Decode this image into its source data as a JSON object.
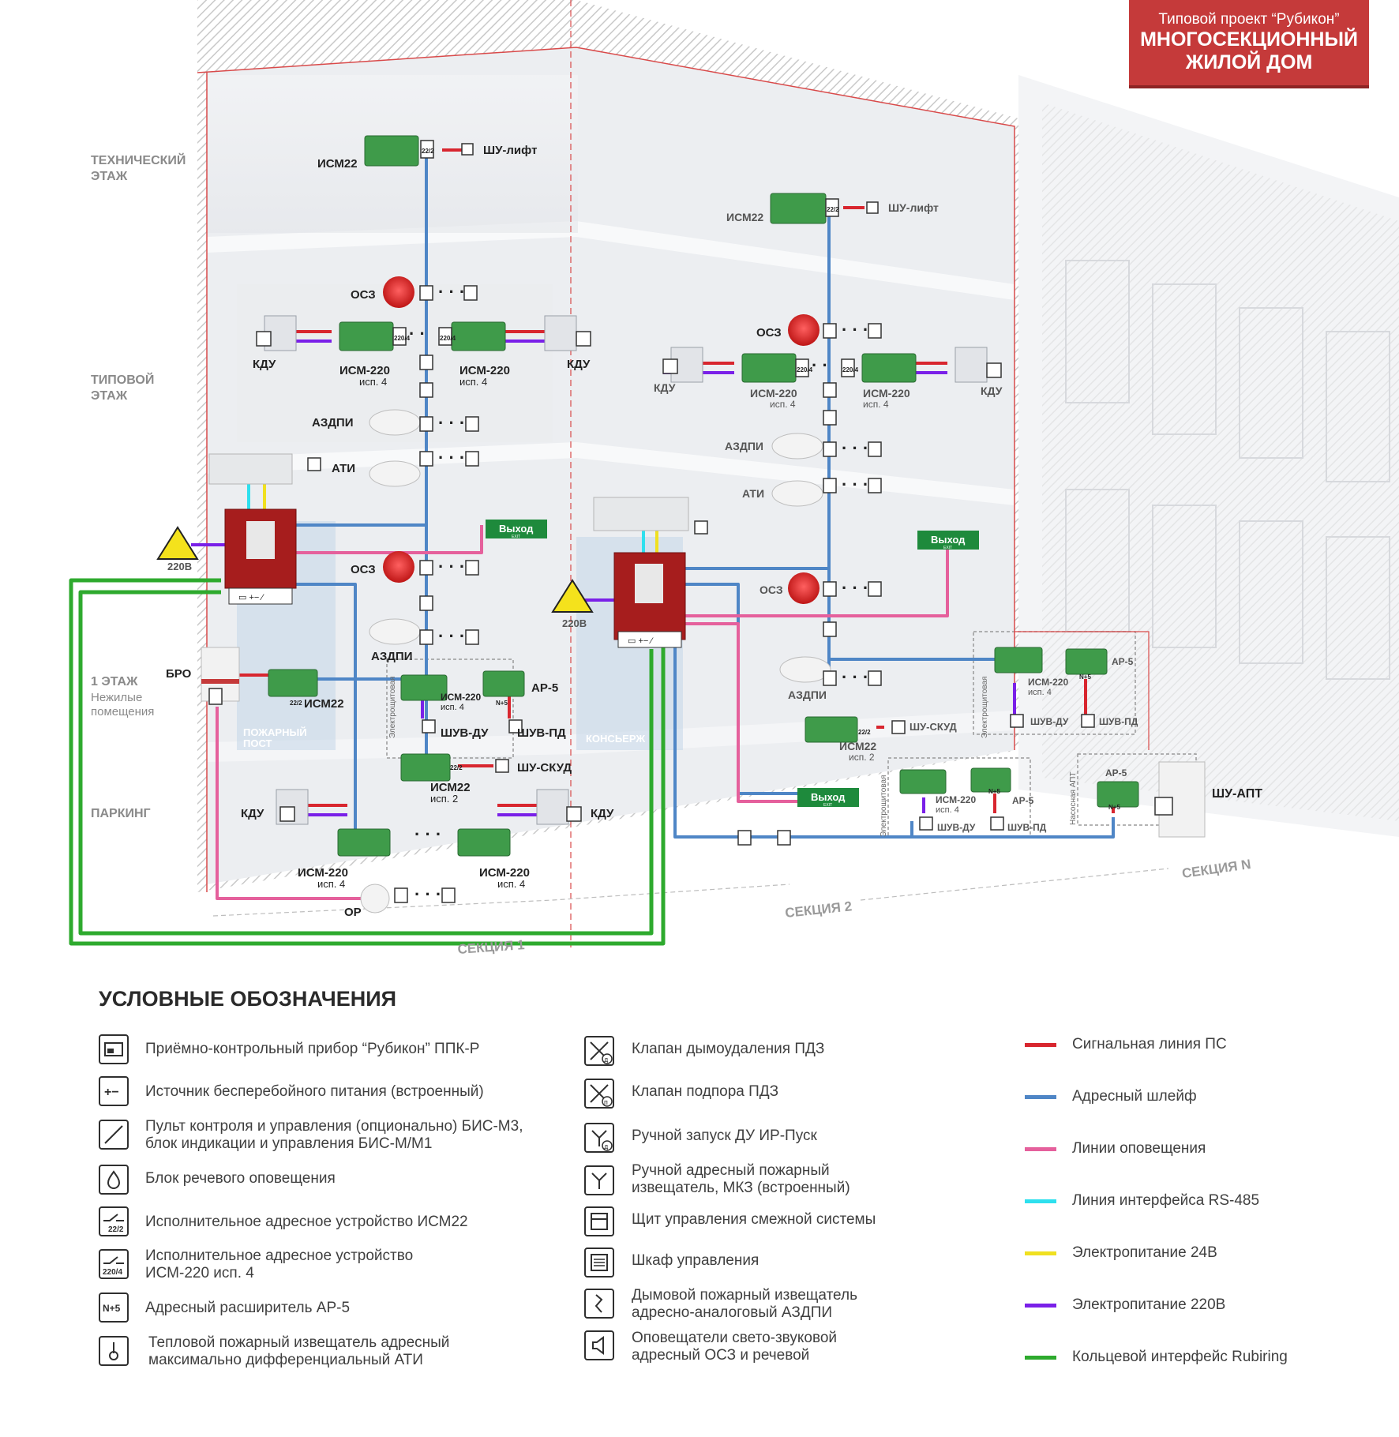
{
  "badge": {
    "line1": "Типовой проект “Рубикон”",
    "line2": "МНОГОСЕКЦИОННЫЙ",
    "line3": "ЖИЛОЙ ДОМ"
  },
  "floors": {
    "technical": [
      "ТЕХНИЧЕСКИЙ",
      "ЭТАЖ"
    ],
    "typical": [
      "ТИПОВОЙ",
      "ЭТАЖ"
    ],
    "first": "1 ЭТАЖ",
    "first_sub": [
      "Нежилые",
      "помещения"
    ],
    "parking": "ПАРКИНГ"
  },
  "rooms": {
    "fire_post": [
      "ПОЖАРНЫЙ",
      "ПОСТ"
    ],
    "concierge": "КОНСЬЕРЖ",
    "electro": "Электрощитовая",
    "pump": "Насосная АПТ"
  },
  "sections": {
    "s1": "СЕКЦИЯ 1",
    "s2": "СЕКЦИЯ 2",
    "sn": "СЕКЦИЯ N"
  },
  "devices": {
    "ism22": "ИСМ22",
    "ism220": "ИСМ-220",
    "isp4": "исп. 4",
    "isp2": "исп. 2",
    "shu_lift": "ШУ-лифт",
    "osz": "ОСЗ",
    "kdu": "КДУ",
    "azdpi": "АЗДПИ",
    "ati": "АТИ",
    "v220": "220В",
    "exit": "Выход",
    "exit_sub": "EXIT",
    "bro": "БРО",
    "ar5": "АР-5",
    "shuv_du": "ШУВ-ДУ",
    "shuv_pd": "ШУВ-ПД",
    "shu_skud": "ШУ-СКУД",
    "or": "ОР",
    "shu_apt": "ШУ-АПТ",
    "tag_222": "22/2",
    "tag_2204": "220/4",
    "tag_n5": "N+5"
  },
  "legend": {
    "title": "УСЛОВНЫЕ ОБОЗНАЧЕНИЯ",
    "col1": [
      {
        "icon": "panel-icon",
        "text": "Приёмно-контрольный прибор “Рубикон” ППК-Р"
      },
      {
        "icon": "ups-icon",
        "text": "Источник бесперебойного питания (встроенный)"
      },
      {
        "icon": "control-console-icon",
        "text": "Пульт контроля и управления (опционально) БИС-М3, блок индикации и управления БИС-М/М1"
      },
      {
        "icon": "voice-unit-icon",
        "text": "Блок речевого оповещения"
      },
      {
        "icon": "ism22-icon",
        "text": "Исполнительное адресное устройство ИСМ22"
      },
      {
        "icon": "ism220-icon",
        "text": "Исполнительное адресное устройство ИСМ-220 исп. 4"
      },
      {
        "icon": "expander-icon",
        "text": "Адресный расширитель АР-5"
      },
      {
        "icon": "heat-detector-icon",
        "text": "Тепловой пожарный извещатель адресный максимально дифференциальный АТИ"
      }
    ],
    "col2": [
      {
        "icon": "smoke-valve-icon",
        "text": "Клапан дымоудаления ПДЗ"
      },
      {
        "icon": "pressure-valve-icon",
        "text": "Клапан подпора ПДЗ"
      },
      {
        "icon": "manual-smoke-start-icon",
        "text": "Ручной запуск ДУ ИР-Пуск"
      },
      {
        "icon": "manual-call-point-icon",
        "text": "Ручной адресный пожарный извещатель, МКЗ (встроенный)"
      },
      {
        "icon": "adjacent-panel-icon",
        "text": "Щит управления смежной системы"
      },
      {
        "icon": "control-cabinet-icon",
        "text": "Шкаф управления"
      },
      {
        "icon": "smoke-detector-icon",
        "text": "Дымовой пожарный извещатель адресно-аналоговый АЗДПИ"
      },
      {
        "icon": "sounder-icon",
        "text": "Оповещатели свето-звуковой адресный ОСЗ и речевой"
      }
    ],
    "lines": [
      {
        "color": "#d8262f",
        "text": "Сигнальная линия ПС"
      },
      {
        "color": "#4f86c6",
        "text": "Адресный шлейф"
      },
      {
        "color": "#e5609c",
        "text": "Линии оповещения"
      },
      {
        "color": "#2ee0ee",
        "text": "Линия интерфейса RS-485"
      },
      {
        "color": "#f0e020",
        "text": "Электропитание 24В"
      },
      {
        "color": "#7a20e8",
        "text": "Электропитание 220В"
      },
      {
        "color": "#2eaa2e",
        "text": "Кольцевой интерфейс Rubiring"
      }
    ]
  }
}
